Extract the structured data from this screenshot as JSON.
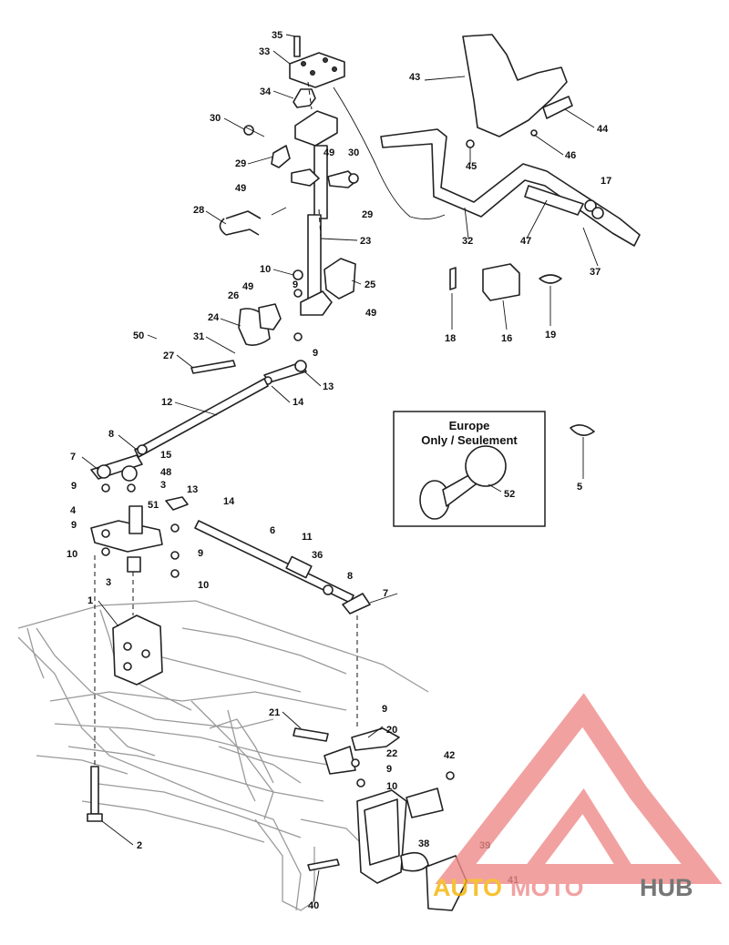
{
  "diagram": {
    "part_labels": [
      "35",
      "33",
      "34",
      "30",
      "49",
      "30",
      "29",
      "49",
      "29",
      "28",
      "23",
      "10",
      "9",
      "25",
      "49",
      "26",
      "49",
      "24",
      "31",
      "50",
      "27",
      "9",
      "13",
      "14",
      "12",
      "8",
      "15",
      "7",
      "48",
      "3",
      "9",
      "51",
      "13",
      "14",
      "4",
      "9",
      "9",
      "10",
      "6",
      "11",
      "36",
      "8",
      "7",
      "3",
      "10",
      "1",
      "21",
      "9",
      "20",
      "22",
      "9",
      "10",
      "2",
      "38",
      "40",
      "39",
      "41",
      "42",
      "43",
      "44",
      "46",
      "45",
      "17",
      "32",
      "47",
      "37",
      "18",
      "16",
      "19",
      "5",
      "52"
    ],
    "inset_title_line1": "Europe",
    "inset_title_line2": "Only / Seulement"
  },
  "watermark": {
    "text_left": "AUTO",
    "text_mid": "MOTO",
    "text_right": "HUB",
    "colors": {
      "orange": "#f5b400",
      "red": "#f08a8a",
      "grey": "#555555"
    }
  }
}
